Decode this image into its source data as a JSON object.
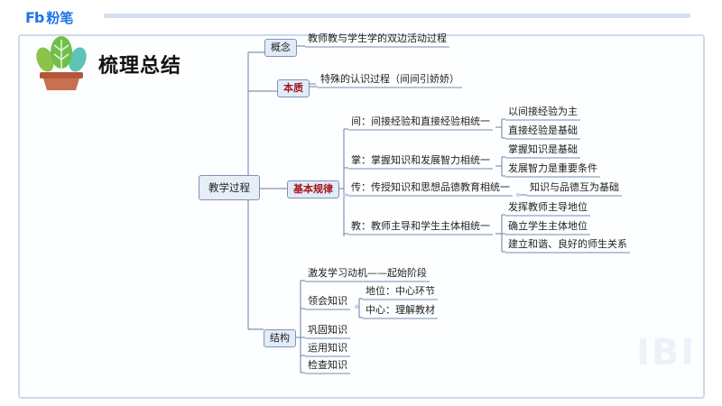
{
  "brand": {
    "mark": "Fb",
    "name": "粉笔"
  },
  "title": "梳理总结",
  "watermark": "IBI",
  "mindmap": {
    "root": "教学过程",
    "concept": {
      "label": "概念",
      "text": "教师教与学生学的双边活动过程"
    },
    "essence": {
      "label": "本质",
      "text": "特殊的认识过程（间间引娇娇）"
    },
    "laws": {
      "label": "基本规律",
      "items": [
        {
          "text": "间：间接经验和直接经验相统一",
          "subs": [
            "以间接经验为主",
            "直接经验是基础"
          ]
        },
        {
          "text": "掌：掌握知识和发展智力相统一",
          "subs": [
            "掌握知识是基础",
            "发展智力是重要条件"
          ]
        },
        {
          "text": "传：传授知识和思想品德教育相统一",
          "subs": [
            "知识与品德互为基础"
          ]
        },
        {
          "text": "教：教师主导和学生主体相统一",
          "subs": [
            "发挥教师主导地位",
            "确立学生主体地位",
            "建立和谐、良好的师生关系"
          ]
        }
      ]
    },
    "structure": {
      "label": "结构",
      "items": [
        {
          "text": "激发学习动机——起始阶段"
        },
        {
          "text": "领会知识",
          "subs": [
            "地位：中心环节",
            "中心：理解教材"
          ]
        },
        {
          "text": "巩固知识"
        },
        {
          "text": "运用知识"
        },
        {
          "text": "检查知识"
        }
      ]
    }
  },
  "colors": {
    "brand": "#1f73e8",
    "accent_red": "#a4161a",
    "connector": "#7f93b5",
    "box_fill": "#e2ebf8"
  }
}
